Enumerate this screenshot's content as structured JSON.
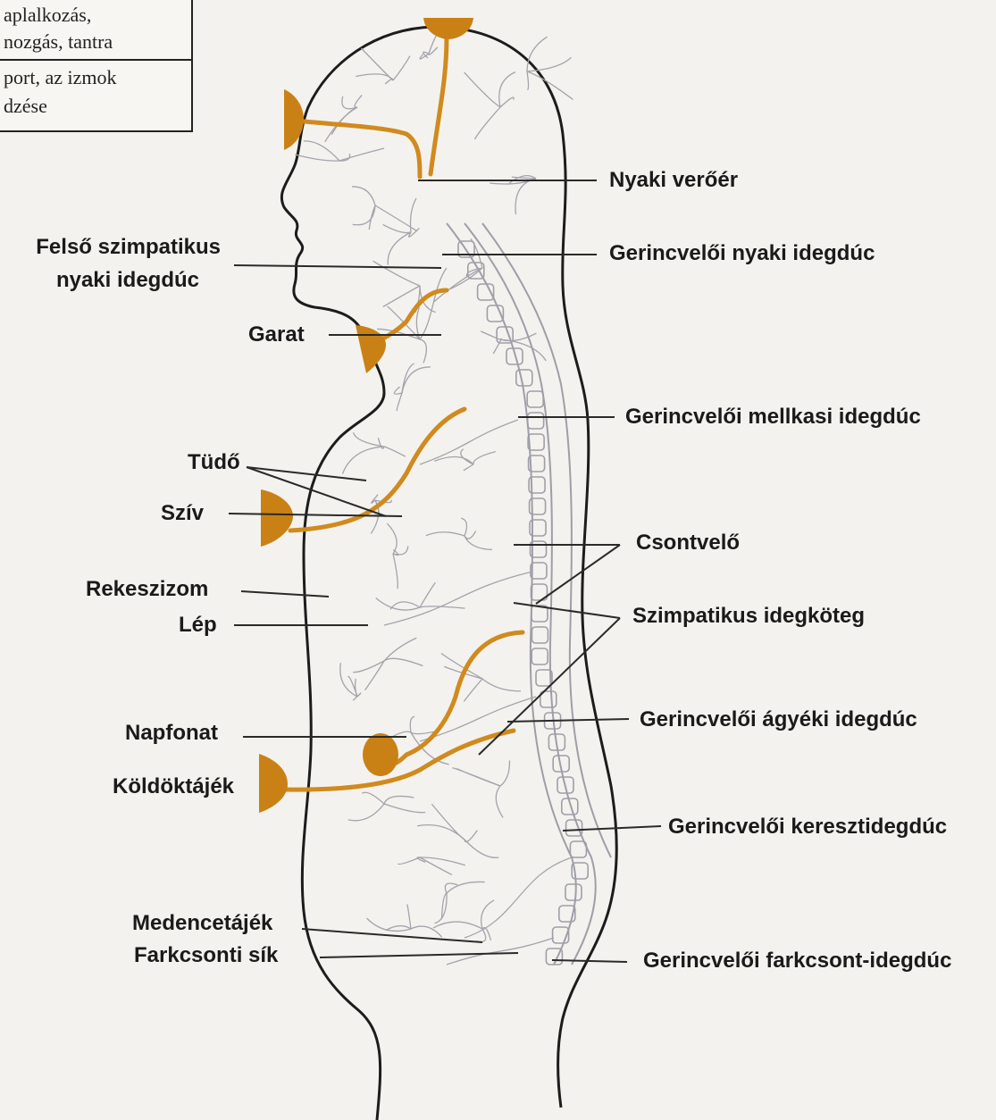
{
  "table": {
    "row1_line1": "aplalkozás,",
    "row1_line2": "nozgás, tantra",
    "row2_line1": "port, az izmok",
    "row2_line2": "dzése"
  },
  "labels": {
    "nyaki_veroer": "Nyaki verőér",
    "gerincveloi_nyaki": "Gerincvelői nyaki idegdúc",
    "felso_szimpatikus_1": "Felső szimpatikus",
    "felso_szimpatikus_2": "nyaki idegdúc",
    "garat": "Garat",
    "gerincveloi_mellkasi": "Gerincvelői mellkasi idegdúc",
    "tudo": "Tüdő",
    "sziv": "Szív",
    "csontvelo": "Csontvelő",
    "rekeszizom": "Rekeszizom",
    "lep": "Lép",
    "szimpatikus_idegkoteg": "Szimpatikus idegköteg",
    "napfonat": "Napfonat",
    "gerincveloi_agyeki": "Gerincvelői ágyéki idegdúc",
    "koldoktajek": "Köldöktájék",
    "gerincveloi_kereszt": "Gerincvelői keresztidegdúc",
    "medencetajek": "Medencetájék",
    "farkcsonti_sik": "Farkcsonti sík",
    "gerincveloi_farkcsont": "Gerincvelői farkcsont-idegdúc"
  },
  "colors": {
    "body_outline": "#1c1c1c",
    "nerve_gray": "#9e9ea8",
    "chakra_orange": "#d08a1e",
    "chakra_fill": "#c98116",
    "leader_line": "#2a2a2a"
  }
}
